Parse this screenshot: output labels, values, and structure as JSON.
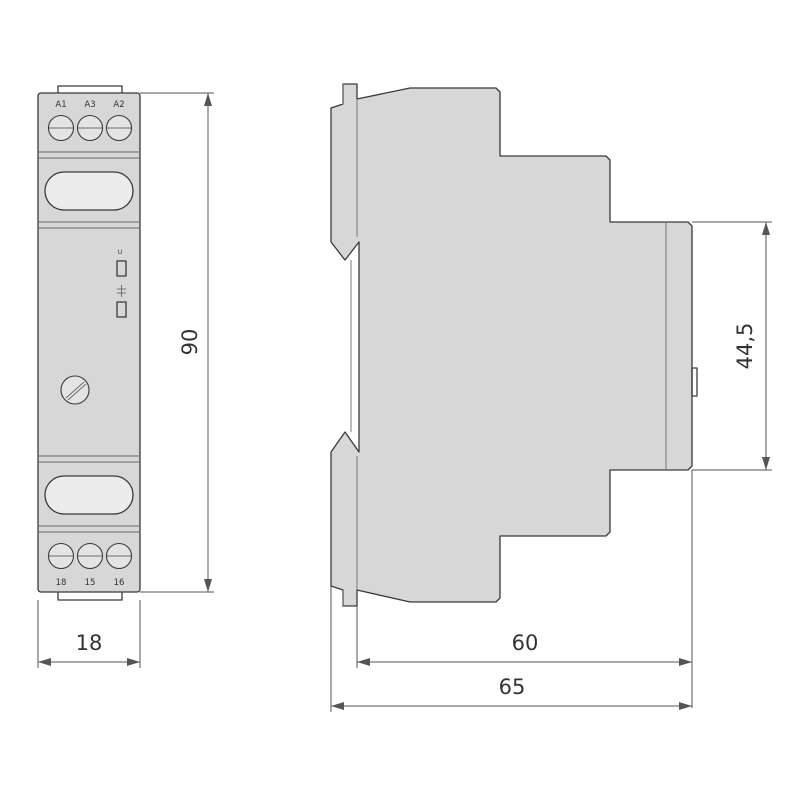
{
  "front_view": {
    "top_terminals": [
      "A1",
      "A3",
      "A2"
    ],
    "bottom_terminals": [
      "18",
      "15",
      "16"
    ],
    "indicator_mark": "U"
  },
  "dimensions": {
    "width": "18",
    "height": "90",
    "depth": "60",
    "total_depth": "65",
    "front_height": "44,5"
  }
}
